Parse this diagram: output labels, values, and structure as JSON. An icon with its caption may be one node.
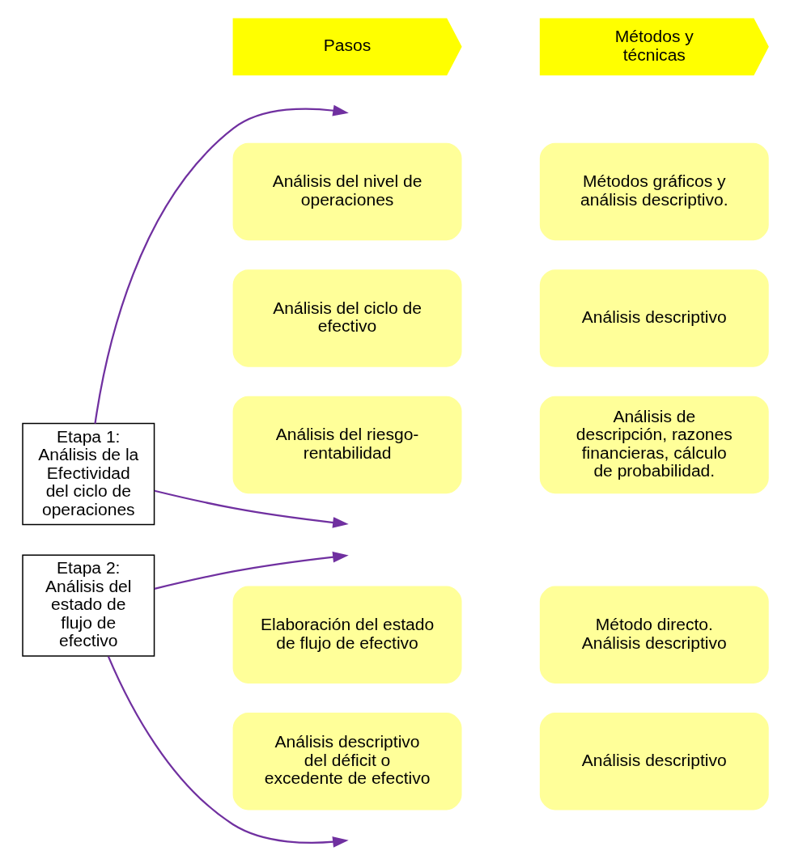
{
  "diagram": {
    "nodes": [
      {
        "text": [
          "Pasos"
        ]
      },
      {
        "text": [
          "Métodos y técnicas"
        ]
      },
      {
        "text": [
          "Análisis del nivel de operaciones"
        ]
      },
      {
        "text": [
          "Métodos gráficos y análisis descriptivo."
        ]
      },
      {
        "text": [
          "Etapa 1: Análisis de la Efectividad del ciclo de operaciones"
        ]
      },
      {
        "text": [
          "Análisis del ciclo de efectivo"
        ]
      },
      {
        "text": [
          "Análisis descriptivo"
        ]
      },
      {
        "text": [
          "Análisis del riesgo-rentabilidad"
        ]
      },
      {
        "text": [
          "Análisis de descripción, razones financieras, cálculo de probabilidad."
        ]
      },
      {
        "text": [
          "Elaboración del estado de flujo de efectivo"
        ]
      },
      {
        "text": [
          "Método directo. Análisis descriptivo"
        ]
      },
      {
        "text": [
          "Etapa 2: Análisis del estado de flujo de efectivo"
        ]
      },
      {
        "text": [
          "Análisis descriptivo del déficit o excedente de efectivo"
        ]
      },
      {
        "text": [
          "Análisis descriptivo"
        ]
      }
    ],
    "edges": [
      {
        "from": 4,
        "to": null,
        "arrow": "to",
        "color": "#7030a0"
      },
      {
        "from": 4,
        "to": null,
        "arrow": "to",
        "color": "#7030a0"
      },
      {
        "from": 11,
        "to": null,
        "arrow": "to",
        "color": "#7030a0"
      },
      {
        "from": 11,
        "to": null,
        "arrow": "to",
        "color": "#7030a0"
      }
    ]
  }
}
